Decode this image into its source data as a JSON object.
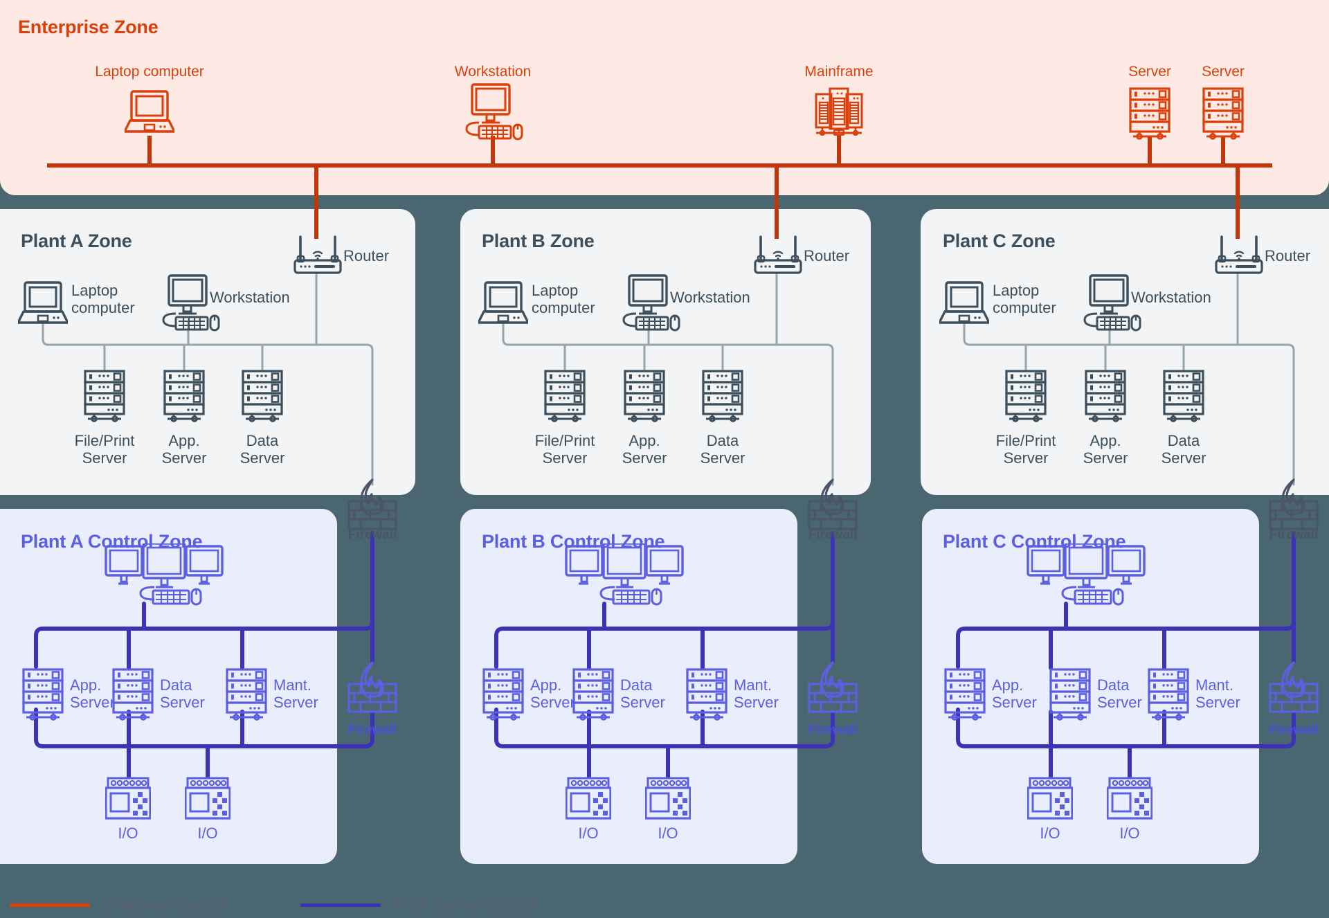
{
  "colors": {
    "page_background": "#4a6670",
    "enterprise_accent": "#d9400b",
    "enterprise_zone_fill": "#fdeae4",
    "plant_accent": "#3d4f5c",
    "plant_zone_fill": "#f2f4f5",
    "control_accent": "#5b5fe0",
    "control_conduit": "#3b32b8",
    "control_zone_fill": "#eaeefc",
    "firewall_gray": "#4a5568",
    "firewall_blue": "#5b5fe0",
    "legend_text": "#5c5f78"
  },
  "enterprise_zone": {
    "title": "Enterprise Zone",
    "nodes": [
      {
        "label": "Laptop computer",
        "icon": "laptop-icon"
      },
      {
        "label": "Workstation",
        "icon": "workstation-icon"
      },
      {
        "label": "Mainframe",
        "icon": "mainframe-icon"
      },
      {
        "label": "Server",
        "icon": "server-icon"
      },
      {
        "label": "Server",
        "icon": "server-icon"
      }
    ]
  },
  "plant_zones": [
    {
      "title": "Plant A Zone",
      "router": {
        "label": "Router",
        "icon": "router-icon"
      },
      "laptop": {
        "label": "Laptop\ncomputer",
        "icon": "laptop-icon"
      },
      "workstation": {
        "label": "Workstation",
        "icon": "workstation-icon"
      },
      "servers": [
        {
          "label": "File/Print\nServer",
          "icon": "server-icon"
        },
        {
          "label": "App.\nServer",
          "icon": "server-icon"
        },
        {
          "label": "Data\nServer",
          "icon": "server-icon"
        }
      ]
    },
    {
      "title": "Plant B Zone",
      "router": {
        "label": "Router",
        "icon": "router-icon"
      },
      "laptop": {
        "label": "Laptop\ncomputer",
        "icon": "laptop-icon"
      },
      "workstation": {
        "label": "Workstation",
        "icon": "workstation-icon"
      },
      "servers": [
        {
          "label": "File/Print\nServer",
          "icon": "server-icon"
        },
        {
          "label": "App.\nServer",
          "icon": "server-icon"
        },
        {
          "label": "Data\nServer",
          "icon": "server-icon"
        }
      ]
    },
    {
      "title": "Plant C Zone",
      "router": {
        "label": "Router",
        "icon": "router-icon"
      },
      "laptop": {
        "label": "Laptop\ncomputer",
        "icon": "laptop-icon"
      },
      "workstation": {
        "label": "Workstation",
        "icon": "workstation-icon"
      },
      "servers": [
        {
          "label": "File/Print\nServer",
          "icon": "server-icon"
        },
        {
          "label": "App.\nServer",
          "icon": "server-icon"
        },
        {
          "label": "Data\nServer",
          "icon": "server-icon"
        }
      ]
    }
  ],
  "control_zones": [
    {
      "title": "Plant A Control Zone",
      "hmi": {
        "icon": "triple-monitor-workstation-icon"
      },
      "servers": [
        {
          "label": "App.\nServer",
          "icon": "server-icon"
        },
        {
          "label": "Data\nServer",
          "icon": "server-icon"
        },
        {
          "label": "Mant.\nServer",
          "icon": "server-icon"
        }
      ],
      "io": [
        {
          "label": "I/O",
          "icon": "io-module-icon"
        },
        {
          "label": "I/O",
          "icon": "io-module-icon"
        }
      ]
    },
    {
      "title": "Plant B Control Zone",
      "hmi": {
        "icon": "triple-monitor-workstation-icon"
      },
      "servers": [
        {
          "label": "App.\nServer",
          "icon": "server-icon"
        },
        {
          "label": "Data\nServer",
          "icon": "server-icon"
        },
        {
          "label": "Mant.\nServer",
          "icon": "server-icon"
        }
      ],
      "io": [
        {
          "label": "I/O",
          "icon": "io-module-icon"
        },
        {
          "label": "I/O",
          "icon": "io-module-icon"
        }
      ]
    },
    {
      "title": "Plant C Control Zone",
      "hmi": {
        "icon": "triple-monitor-workstation-icon"
      },
      "servers": [
        {
          "label": "App.\nServer",
          "icon": "server-icon"
        },
        {
          "label": "Data\nServer",
          "icon": "server-icon"
        },
        {
          "label": "Mant.\nServer",
          "icon": "server-icon"
        }
      ],
      "io": [
        {
          "label": "I/O",
          "icon": "io-module-icon"
        },
        {
          "label": "I/O",
          "icon": "io-module-icon"
        }
      ]
    }
  ],
  "firewalls": {
    "upper": [
      {
        "label": "Firewall",
        "icon": "firewall-icon",
        "color": "gray"
      },
      {
        "label": "Firewall",
        "icon": "firewall-icon",
        "color": "gray"
      },
      {
        "label": "Firewall",
        "icon": "firewall-icon",
        "color": "gray"
      }
    ],
    "lower": [
      {
        "label": "Firewall",
        "icon": "firewall-icon",
        "color": "blue"
      },
      {
        "label": "Firewall",
        "icon": "firewall-icon",
        "color": "blue"
      },
      {
        "label": "Firewall",
        "icon": "firewall-icon",
        "color": "blue"
      }
    ]
  },
  "legend": {
    "items": [
      {
        "label": "Enterprise Conduit",
        "color": "#d9400b"
      },
      {
        "label": "Plant Control Conduit",
        "color": "#3b32b8"
      }
    ]
  }
}
